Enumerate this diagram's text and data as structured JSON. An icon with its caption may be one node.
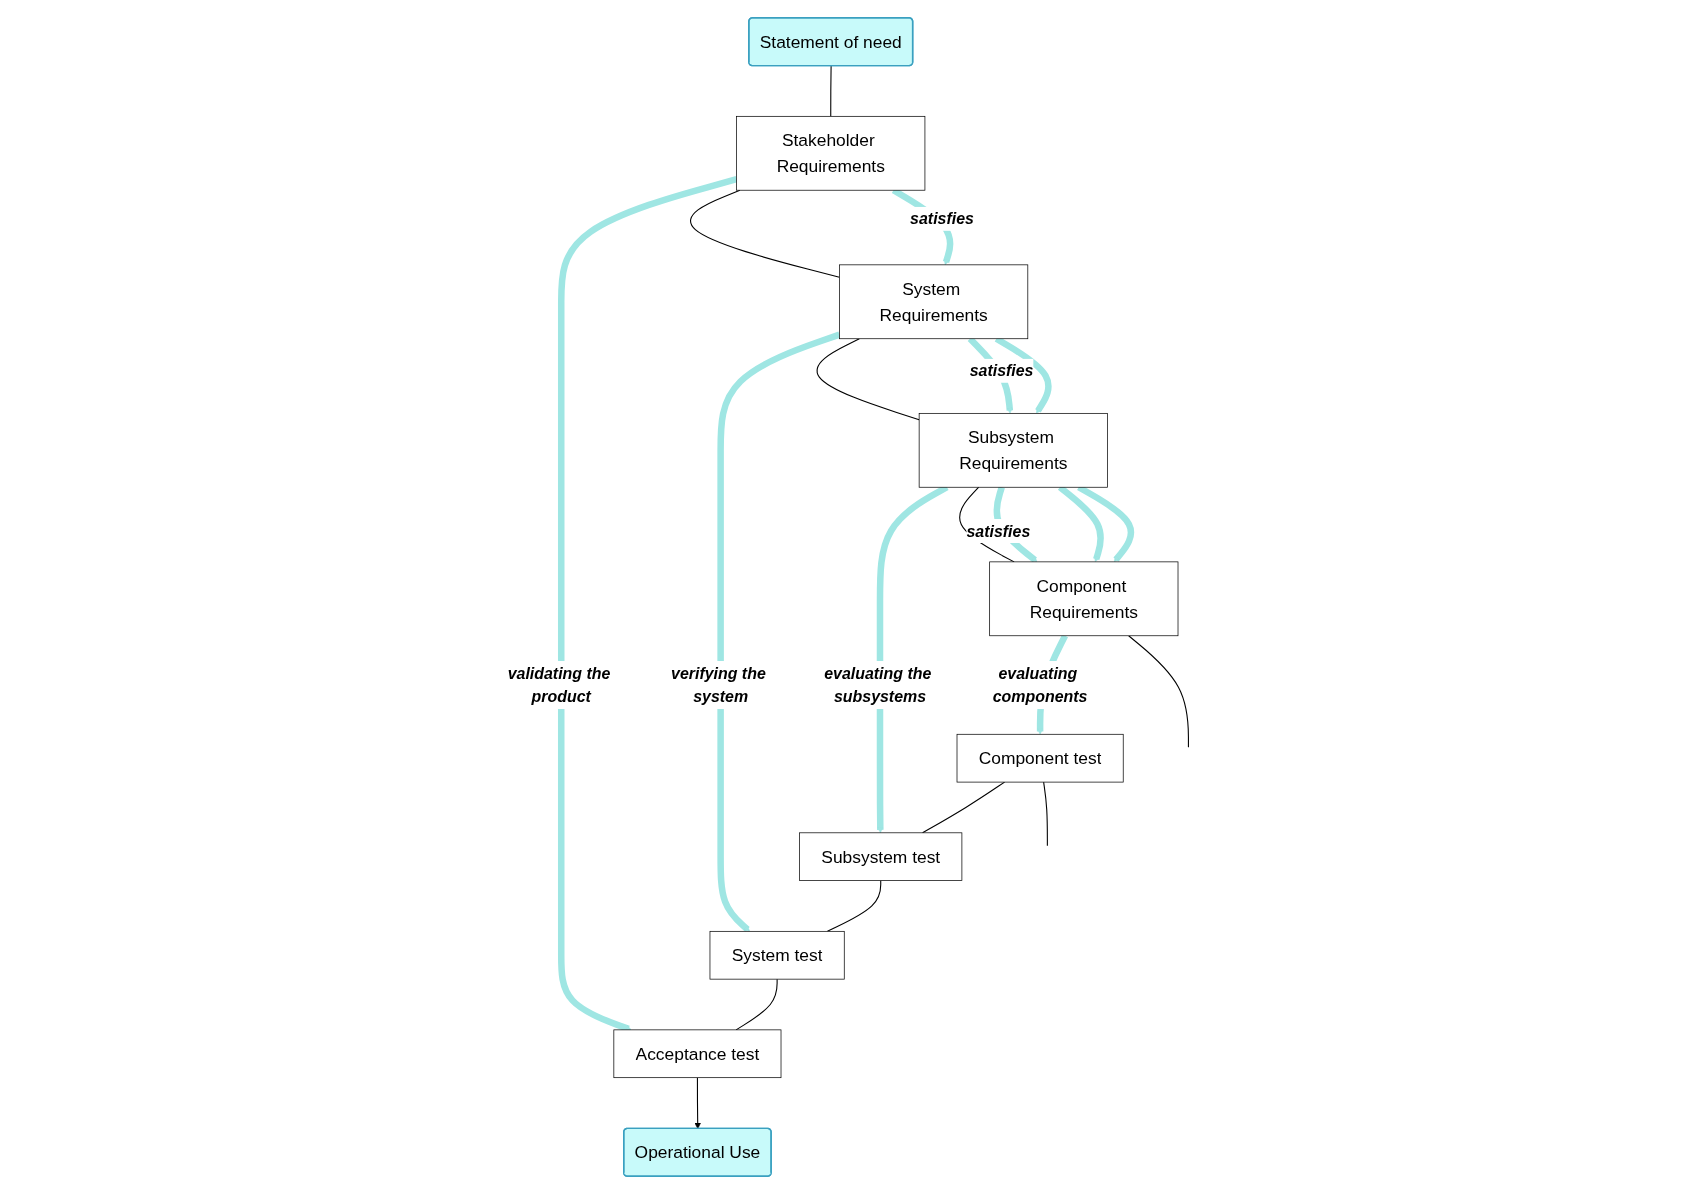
{
  "diagram": {
    "nodes": [
      {
        "text": [
          "Statement of need"
        ]
      },
      {
        "text": [
          "Operational Use"
        ]
      },
      {
        "text": [
          "Stakeholder Requirements"
        ]
      },
      {
        "text": [
          "Acceptance test"
        ]
      },
      {
        "text": [
          "System Requirements"
        ]
      },
      {
        "text": [
          "System test"
        ]
      },
      {
        "text": [
          "Subsystem Requirements"
        ]
      },
      {
        "text": [
          "Subsystem test"
        ]
      },
      {
        "text": [
          "Component Requirements"
        ]
      },
      {
        "text": [
          "Component test"
        ]
      }
    ],
    "edges": [
      {
        "from": 0,
        "to": 2,
        "arrow": "none"
      },
      {
        "from": 2,
        "to": 3,
        "arrow": "to",
        "label": "validating the product",
        "style": "thick",
        "color": "#9fe6e3"
      },
      {
        "from": 3,
        "to": 1,
        "arrow": "to"
      },
      {
        "from": 2,
        "to": 4,
        "arrow": "none"
      },
      {
        "from": 2,
        "to": 4,
        "arrow": "to",
        "label": "satisfies",
        "style": "thick",
        "color": "#9fe6e3"
      },
      {
        "from": 4,
        "to": 5,
        "arrow": "to",
        "label": "verifying the system",
        "style": "thick",
        "color": "#9fe6e3"
      },
      {
        "from": 5,
        "to": 3,
        "arrow": "none"
      },
      {
        "from": 4,
        "to": 6,
        "arrow": "none"
      },
      {
        "from": 4,
        "to": 6,
        "arrow": "to",
        "label": "satisfies",
        "style": "thick",
        "color": "#9fe6e3"
      },
      {
        "from": 4,
        "to": 6,
        "arrow": "to",
        "style": "thick",
        "color": "#9fe6e3"
      },
      {
        "from": 6,
        "to": 7,
        "arrow": "to",
        "label": "evaluating the subsystems",
        "style": "thick",
        "color": "#9fe6e3"
      },
      {
        "from": 7,
        "to": 5,
        "arrow": "none"
      },
      {
        "from": 6,
        "to": 8,
        "arrow": "none"
      },
      {
        "from": 6,
        "to": 8,
        "arrow": "to",
        "label": "satisfies",
        "style": "thick",
        "color": "#9fe6e3"
      },
      {
        "from": 6,
        "to": 8,
        "arrow": "to",
        "style": "thick",
        "color": "#9fe6e3"
      },
      {
        "from": 6,
        "to": 8,
        "arrow": "to",
        "style": "thick",
        "color": "#9fe6e3"
      },
      {
        "from": 8,
        "to": 9,
        "arrow": "to",
        "label": "evaluating components",
        "style": "thick",
        "color": "#9fe6e3"
      },
      {
        "from": 9,
        "to": 7,
        "arrow": "none"
      },
      {
        "from": 8,
        "to": null,
        "arrow": "none"
      },
      {
        "from": 9,
        "to": null,
        "arrow": "none"
      }
    ]
  }
}
